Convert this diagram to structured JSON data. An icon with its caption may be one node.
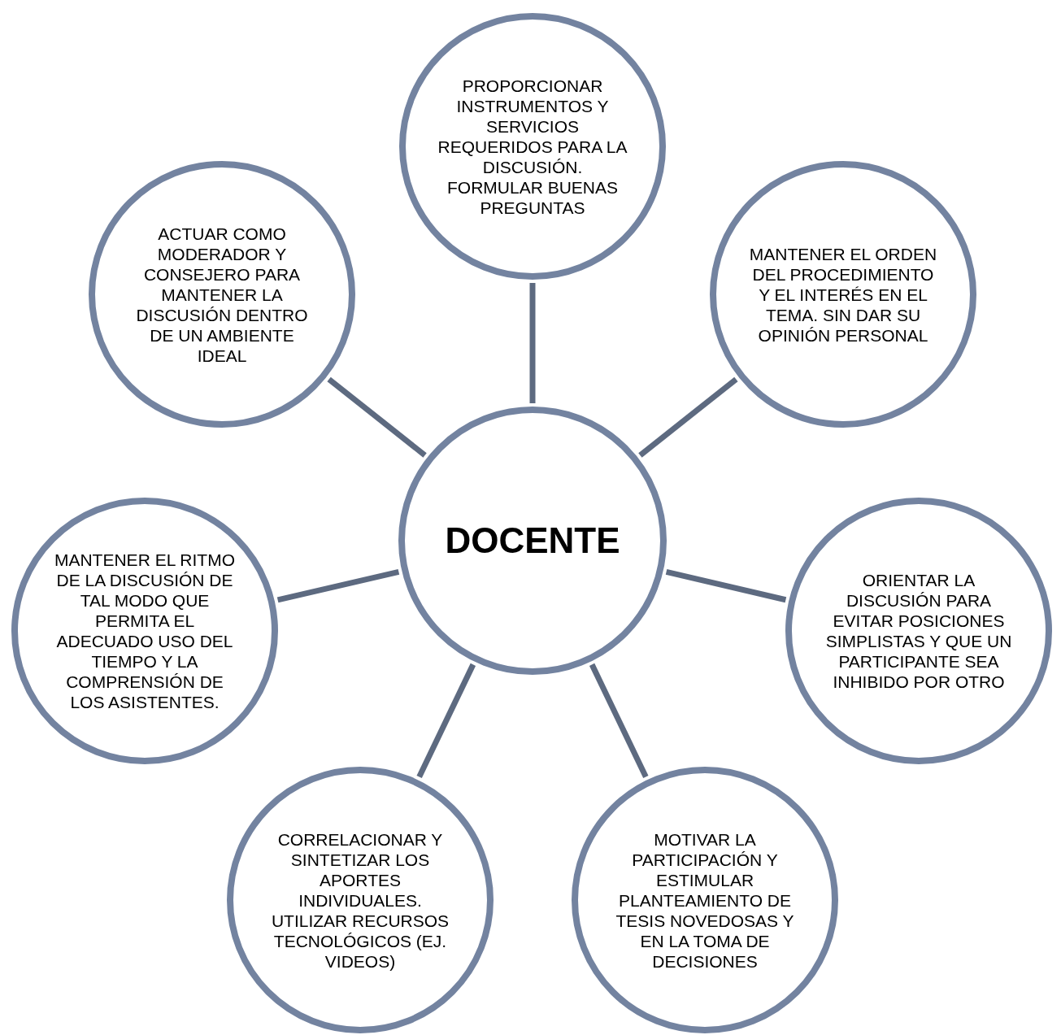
{
  "diagram": {
    "nodes": [
      {
        "text": [
          "DOCENTE"
        ]
      },
      {
        "text": [
          "PROPORCIONAR INSTRUMENTOS Y SERVICIOS REQUERIDOS PARA LA DISCUSIÓN. FORMULAR BUENAS PREGUNTAS"
        ]
      },
      {
        "text": [
          "ACTUAR COMO MODERADOR Y CONSEJERO PARA MANTENER LA DISCUSIÓN DENTRO DE UN AMBIENTE IDEAL"
        ]
      },
      {
        "text": [
          "MANTENER EL ORDEN DEL PROCEDIMIENTO Y EL INTERÉS EN EL TEMA. SIN DAR SU OPINIÓN PERSONAL"
        ]
      },
      {
        "text": [
          "MANTENER EL RITMO DE LA DISCUSIÓN DE TAL MODO QUE PERMITA EL ADECUADO USO DEL TIEMPO Y LA COMPRENSIÓN DE LOS ASISTENTES."
        ]
      },
      {
        "text": [
          "ORIENTAR LA DISCUSIÓN PARA EVITAR POSICIONES SIMPLISTAS Y QUE UN PARTICIPANTE SEA INHIBIDO POR OTRO"
        ]
      },
      {
        "text": [
          "CORRELACIONAR Y SINTETIZAR LOS APORTES INDIVIDUALES. UTILIZAR RECURSOS TECNOLÓGICOS (EJ. VIDEOS)"
        ]
      },
      {
        "text": [
          "MOTIVAR LA PARTICIPACIÓN Y ESTIMULAR PLANTEAMIENTO DE TESIS NOVEDOSAS Y EN LA TOMA DE DECISIONES"
        ]
      }
    ],
    "edges": [
      {
        "from": 0,
        "to": 1,
        "arrow": "none"
      },
      {
        "from": 0,
        "to": 2,
        "arrow": "none"
      },
      {
        "from": 0,
        "to": 3,
        "arrow": "none"
      },
      {
        "from": 0,
        "to": 4,
        "arrow": "none"
      },
      {
        "from": 0,
        "to": 5,
        "arrow": "none"
      },
      {
        "from": 0,
        "to": 6,
        "arrow": "none"
      },
      {
        "from": 0,
        "to": 7,
        "arrow": "none"
      }
    ]
  }
}
